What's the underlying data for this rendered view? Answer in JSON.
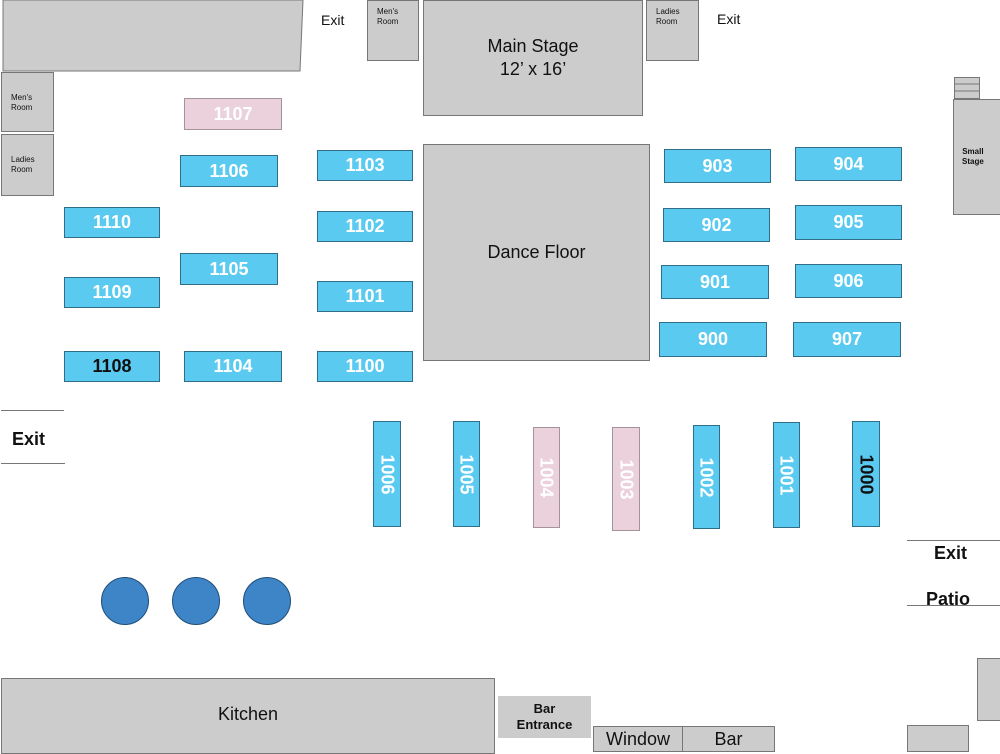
{
  "colors": {
    "table": "#5bcaf0",
    "table_pink": "#ead1dc",
    "room": "#cccccc",
    "round_table": "#3d85c6"
  },
  "exits": {
    "top_left": "Exit",
    "top_right": "Exit",
    "left": "Exit",
    "right": "Exit"
  },
  "patio": "Patio",
  "rooms": {
    "mens_top": [
      "Men's",
      "Room"
    ],
    "ladies_top": [
      "Ladies",
      "Room"
    ],
    "mens_left": [
      "Men's",
      "Room"
    ],
    "ladies_left": [
      "Ladies",
      "Room"
    ],
    "main_stage": [
      "Main Stage",
      "12’ x 16’"
    ],
    "small_stage": [
      "Small",
      "Stage"
    ],
    "dance_floor": "Dance Floor",
    "kitchen": "Kitchen",
    "bar_entrance": [
      "Bar",
      "Entrance"
    ],
    "window": "Window",
    "bar": "Bar"
  },
  "tables": {
    "t1107": "1107",
    "t1106": "1106",
    "t1103": "1103",
    "t1102": "1102",
    "t1101": "1101",
    "t1100": "1100",
    "t1110": "1110",
    "t1109": "1109",
    "t1108": "1108",
    "t1105": "1105",
    "t1104": "1104",
    "t903": "903",
    "t904": "904",
    "t902": "902",
    "t905": "905",
    "t901": "901",
    "t906": "906",
    "t900": "900",
    "t907": "907",
    "t1006": "1006",
    "t1005": "1005",
    "t1004": "1004",
    "t1003": "1003",
    "t1002": "1002",
    "t1001": "1001",
    "t1000": "1000"
  }
}
